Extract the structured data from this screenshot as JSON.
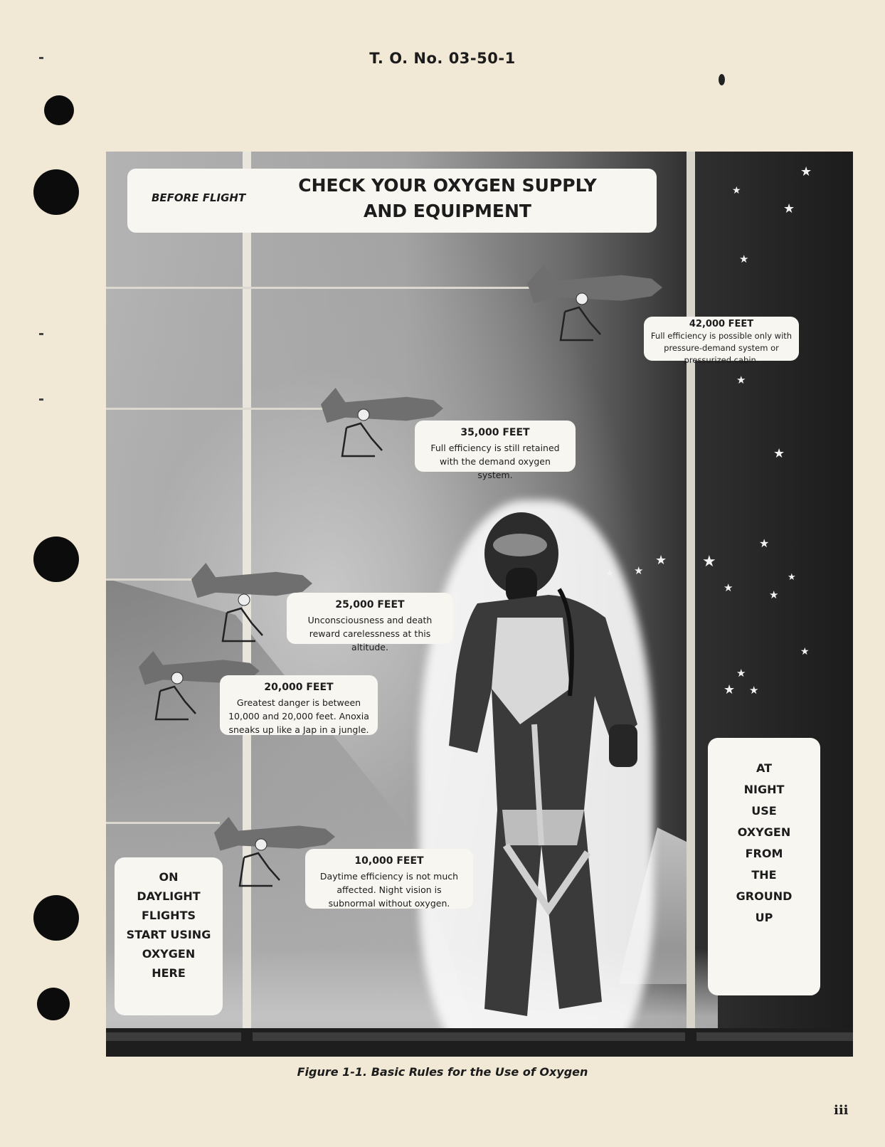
{
  "header": {
    "doc_number": "T. O. No. 03-50-1"
  },
  "figure": {
    "title": {
      "before": "BEFORE FLIGHT",
      "line1": "CHECK YOUR OXYGEN SUPPLY",
      "line2": "AND EQUIPMENT"
    },
    "callouts": [
      {
        "altitude": "42,000 FEET",
        "text": "Full efficiency is possible only with pressure-demand system or pressurized cabin."
      },
      {
        "altitude": "35,000 FEET",
        "text": "Full efficiency is still retained with the demand oxygen system."
      },
      {
        "altitude": "25,000 FEET",
        "text": "Unconsciousness and death reward carelessness at this altitude."
      },
      {
        "altitude": "20,000 FEET",
        "text": "Greatest danger is between 10,000 and 20,000 feet. Anoxia sneaks up like a Jap in a jungle."
      },
      {
        "altitude": "10,000 FEET",
        "text": "Daytime efficiency is not much affected. Night vision is subnormal without oxygen."
      }
    ],
    "day_box": [
      "ON",
      "DAYLIGHT",
      "FLIGHTS",
      "START USING",
      "OXYGEN",
      "HERE"
    ],
    "night_box": [
      "AT",
      "NIGHT",
      "USE",
      "OXYGEN",
      "FROM",
      "THE",
      "GROUND",
      "UP"
    ]
  },
  "caption": "Figure 1-1. Basic Rules for the Use of Oxygen",
  "page_number": "iii"
}
